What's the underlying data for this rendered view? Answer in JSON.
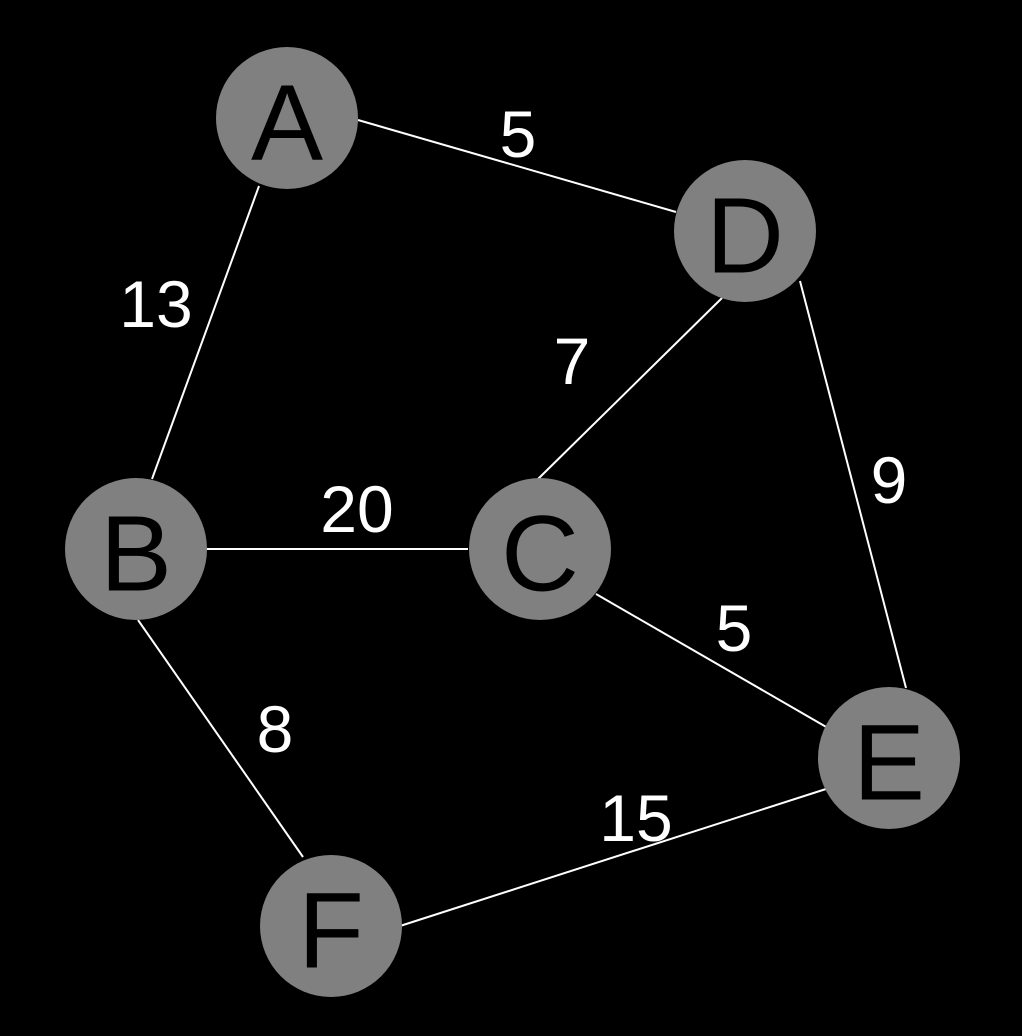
{
  "colors": {
    "background": "#000000",
    "node_fill": "#808080",
    "node_text": "#000000",
    "edge": "#ffffff",
    "weight_text": "#ffffff"
  },
  "nodes": [
    {
      "id": "A",
      "label": "A"
    },
    {
      "id": "B",
      "label": "B"
    },
    {
      "id": "C",
      "label": "C"
    },
    {
      "id": "D",
      "label": "D"
    },
    {
      "id": "E",
      "label": "E"
    },
    {
      "id": "F",
      "label": "F"
    }
  ],
  "edges": [
    {
      "from": "A",
      "to": "D",
      "weight": "5"
    },
    {
      "from": "A",
      "to": "B",
      "weight": "13"
    },
    {
      "from": "D",
      "to": "C",
      "weight": "7"
    },
    {
      "from": "D",
      "to": "E",
      "weight": "9"
    },
    {
      "from": "B",
      "to": "C",
      "weight": "20"
    },
    {
      "from": "C",
      "to": "E",
      "weight": "5"
    },
    {
      "from": "B",
      "to": "F",
      "weight": "8"
    },
    {
      "from": "F",
      "to": "E",
      "weight": "15"
    }
  ]
}
